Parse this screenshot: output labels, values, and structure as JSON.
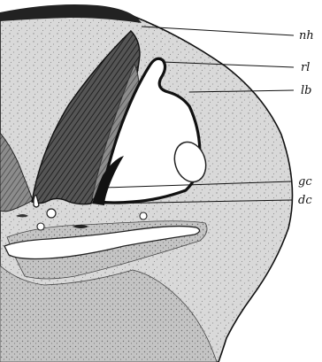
{
  "figure": {
    "labels": {
      "nh": "nh",
      "rl": "rl",
      "lb": "lb",
      "gc": "gc",
      "dc": "dc"
    }
  }
}
